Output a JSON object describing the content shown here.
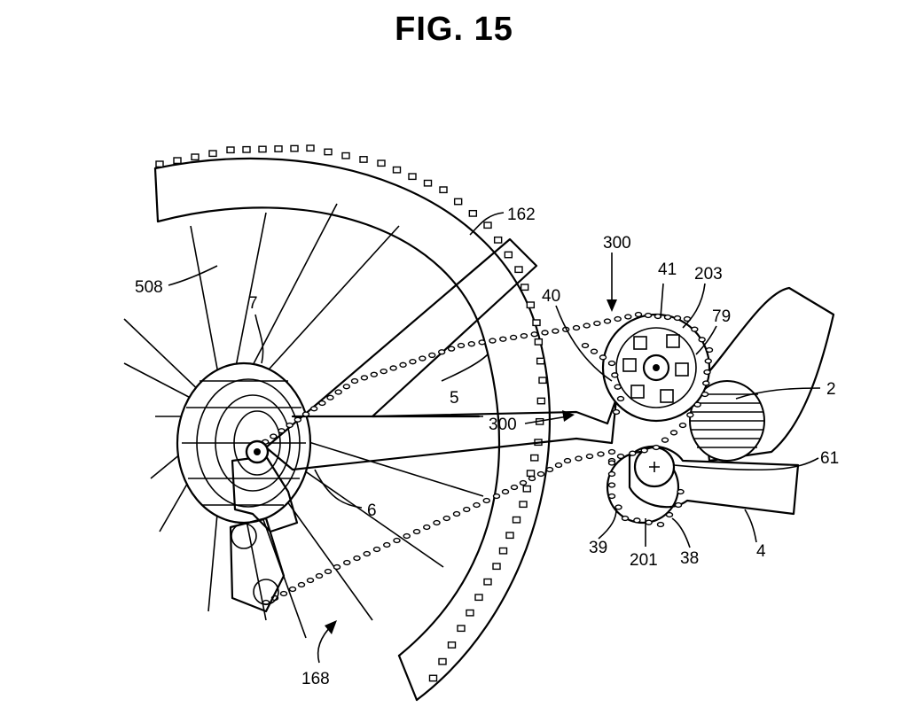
{
  "figure": {
    "title": "FIG. 15",
    "reference_numerals": {
      "n162": "162",
      "n300a": "300",
      "n41": "41",
      "n203": "203",
      "n508": "508",
      "n7": "7",
      "n40": "40",
      "n79": "79",
      "n2": "2",
      "n5": "5",
      "n300b": "300",
      "n61": "61",
      "n6": "6",
      "n39": "39",
      "n201": "201",
      "n38": "38",
      "n4": "4",
      "n168": "168"
    }
  }
}
